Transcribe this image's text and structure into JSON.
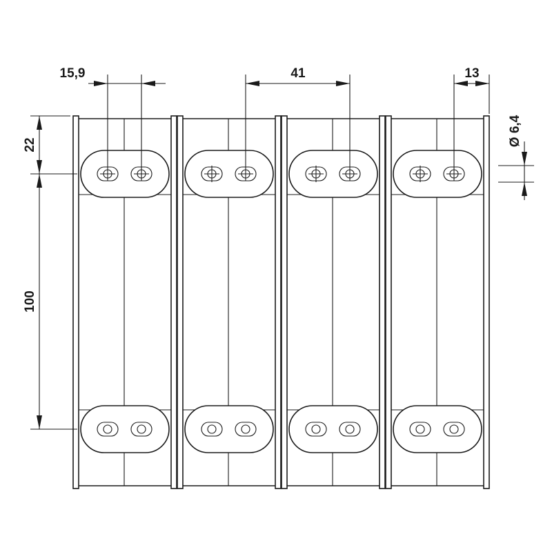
{
  "dimensions": {
    "pitch_small": "15,9",
    "module_pitch": "41",
    "edge_offset": "13",
    "top_offset": "22",
    "hole_spacing": "100",
    "hole_diameter": "Ø 6,4"
  },
  "module_count": 4
}
